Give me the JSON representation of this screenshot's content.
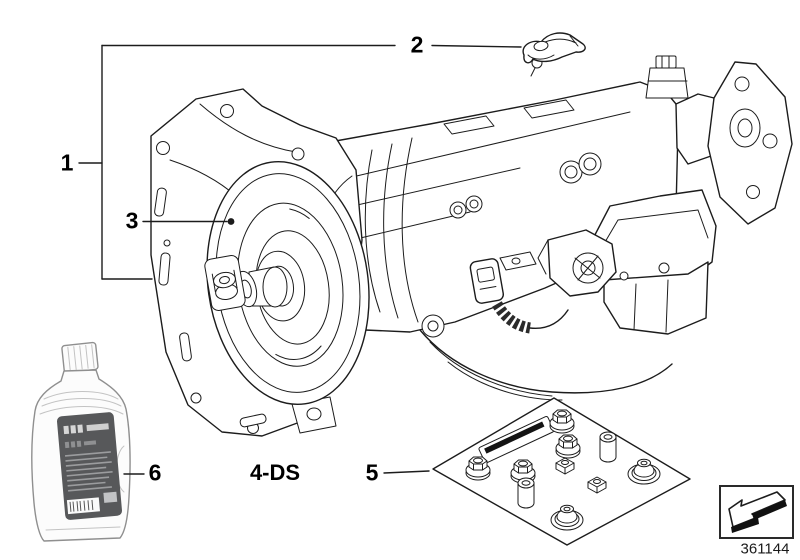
{
  "diagram": {
    "callouts": {
      "c1": "1",
      "c2": "2",
      "c3": "3",
      "c5": "5",
      "c6": "6"
    },
    "variant_label": "4-DS",
    "doc_number": "361144",
    "icons": {
      "direction_arrow": "arrow-down-left-icon"
    },
    "colors": {
      "line": "#1c1c1c",
      "background": "#ffffff",
      "bottle_label": "#57585a",
      "kit_gasket": "#141414"
    }
  }
}
